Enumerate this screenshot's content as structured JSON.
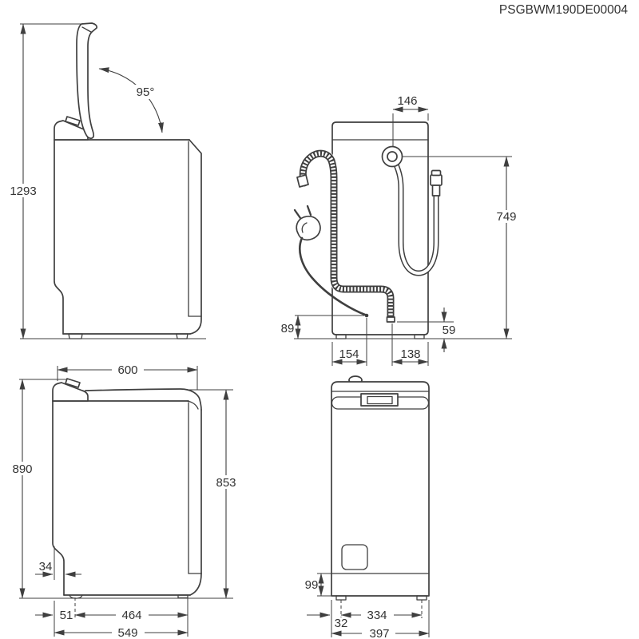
{
  "title": "PSGBWM190DE00004",
  "colors": {
    "line": "#3f3f3f",
    "text": "#333333",
    "background": "#ffffff"
  },
  "views": {
    "side_lid_open": {
      "height_lid_open": "1293",
      "lid_angle": "95°"
    },
    "rear": {
      "inlet_offset": "146",
      "inlet_height": "749",
      "cord_height": "89",
      "cord_offset": "154",
      "drain_offset": "138",
      "drain_clearance": "59"
    },
    "side_closed": {
      "depth": "600",
      "height": "890",
      "rear_height": "853",
      "toe_recess": "34",
      "front_foot_offset": "51",
      "foot_spacing": "464",
      "base_depth": "549"
    },
    "front": {
      "plinth_height": "99",
      "foot_offset": "32",
      "foot_spacing": "334",
      "width": "397"
    }
  }
}
